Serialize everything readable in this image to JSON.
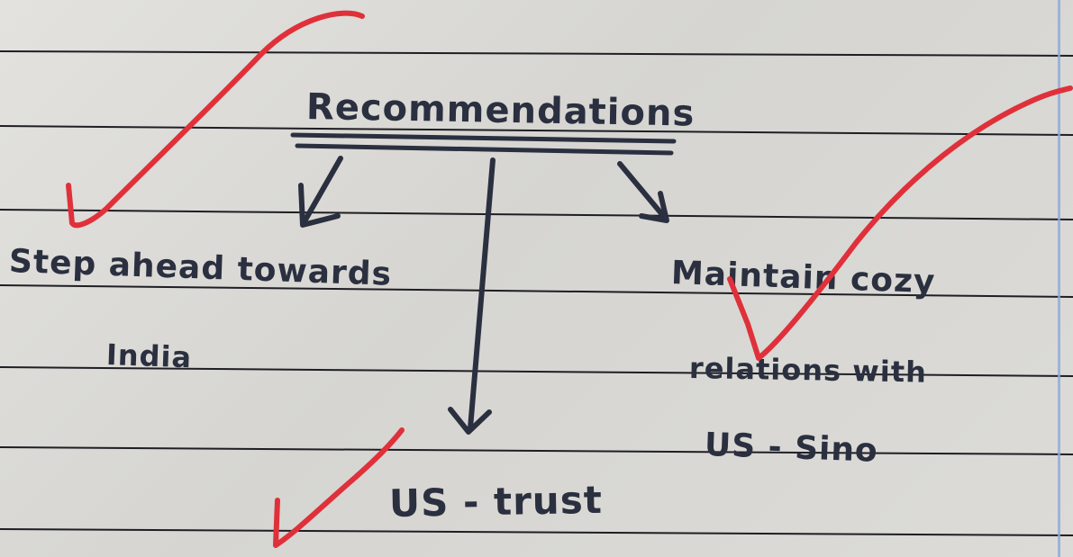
{
  "diagram": {
    "title": "Recommendations",
    "branches": {
      "left": {
        "line1": "Step ahead towards",
        "line2": "India"
      },
      "center": {
        "label": "US - trust"
      },
      "right": {
        "line1": "Maintain cozy",
        "line2": "relations with",
        "line3": "US - Sino"
      }
    }
  },
  "marks": {
    "ink_color": "#2b3040",
    "tick_color": "#e0303a",
    "rule_color": "#1e1e24",
    "margin_color": "#8fa9d8"
  }
}
